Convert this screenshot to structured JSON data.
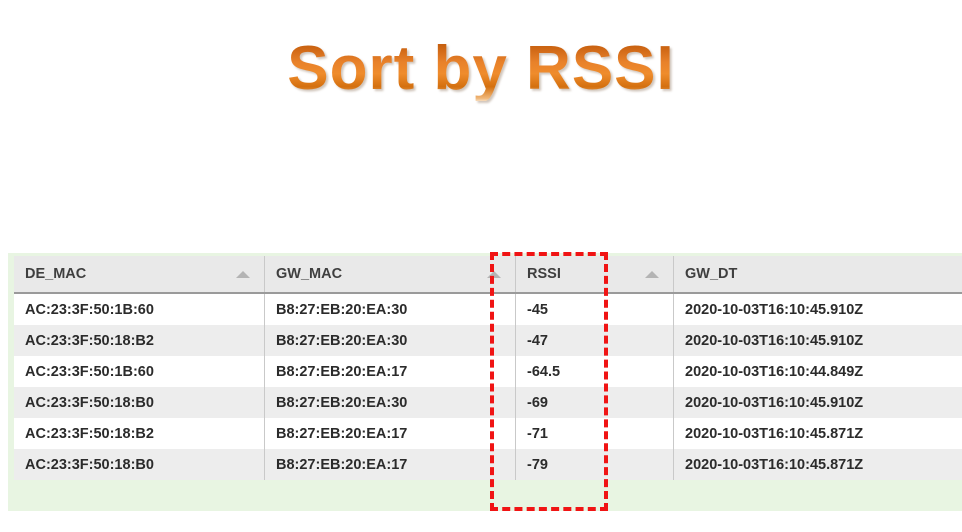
{
  "slide": {
    "title": "Sort by RSSI",
    "title_color": "#e8812a",
    "panel_color": "#e8f5e2"
  },
  "highlight": {
    "name": "rssi-column-highlight",
    "color": "#f01414",
    "style": "dashed",
    "targets_column": "RSSI"
  },
  "table": {
    "columns": [
      {
        "key": "de_mac",
        "label": "DE_MAC",
        "sort_indicator": "ascending"
      },
      {
        "key": "gw_mac",
        "label": "GW_MAC",
        "sort_indicator": "ascending"
      },
      {
        "key": "rssi",
        "label": "RSSI",
        "sort_indicator": "ascending"
      },
      {
        "key": "gw_dt",
        "label": "GW_DT",
        "sort_indicator": "none"
      }
    ],
    "rows": [
      {
        "de_mac": "AC:23:3F:50:1B:60",
        "gw_mac": "B8:27:EB:20:EA:30",
        "rssi": "-45",
        "gw_dt": "2020-10-03T16:10:45.910Z"
      },
      {
        "de_mac": "AC:23:3F:50:18:B2",
        "gw_mac": "B8:27:EB:20:EA:30",
        "rssi": "-47",
        "gw_dt": "2020-10-03T16:10:45.910Z"
      },
      {
        "de_mac": "AC:23:3F:50:1B:60",
        "gw_mac": "B8:27:EB:20:EA:17",
        "rssi": "-64.5",
        "gw_dt": "2020-10-03T16:10:44.849Z"
      },
      {
        "de_mac": "AC:23:3F:50:18:B0",
        "gw_mac": "B8:27:EB:20:EA:30",
        "rssi": "-69",
        "gw_dt": "2020-10-03T16:10:45.910Z"
      },
      {
        "de_mac": "AC:23:3F:50:18:B2",
        "gw_mac": "B8:27:EB:20:EA:17",
        "rssi": "-71",
        "gw_dt": "2020-10-03T16:10:45.871Z"
      },
      {
        "de_mac": "AC:23:3F:50:18:B0",
        "gw_mac": "B8:27:EB:20:EA:17",
        "rssi": "-79",
        "gw_dt": "2020-10-03T16:10:45.871Z"
      }
    ]
  }
}
